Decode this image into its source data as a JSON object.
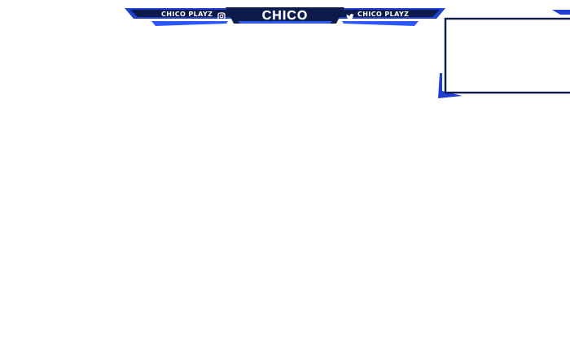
{
  "banner": {
    "left_handle": "CHICO PLAYZ",
    "title": "CHICO",
    "right_handle": "CHICO PLAYZ",
    "left_icon": "instagram-icon",
    "right_icon": "twitter-icon"
  },
  "webcam": {
    "content": ""
  },
  "colors": {
    "navy": "#0d1b4a",
    "royal_blue": "#1f3fd1",
    "bright_blue": "#2b57ff",
    "white": "#ffffff"
  }
}
